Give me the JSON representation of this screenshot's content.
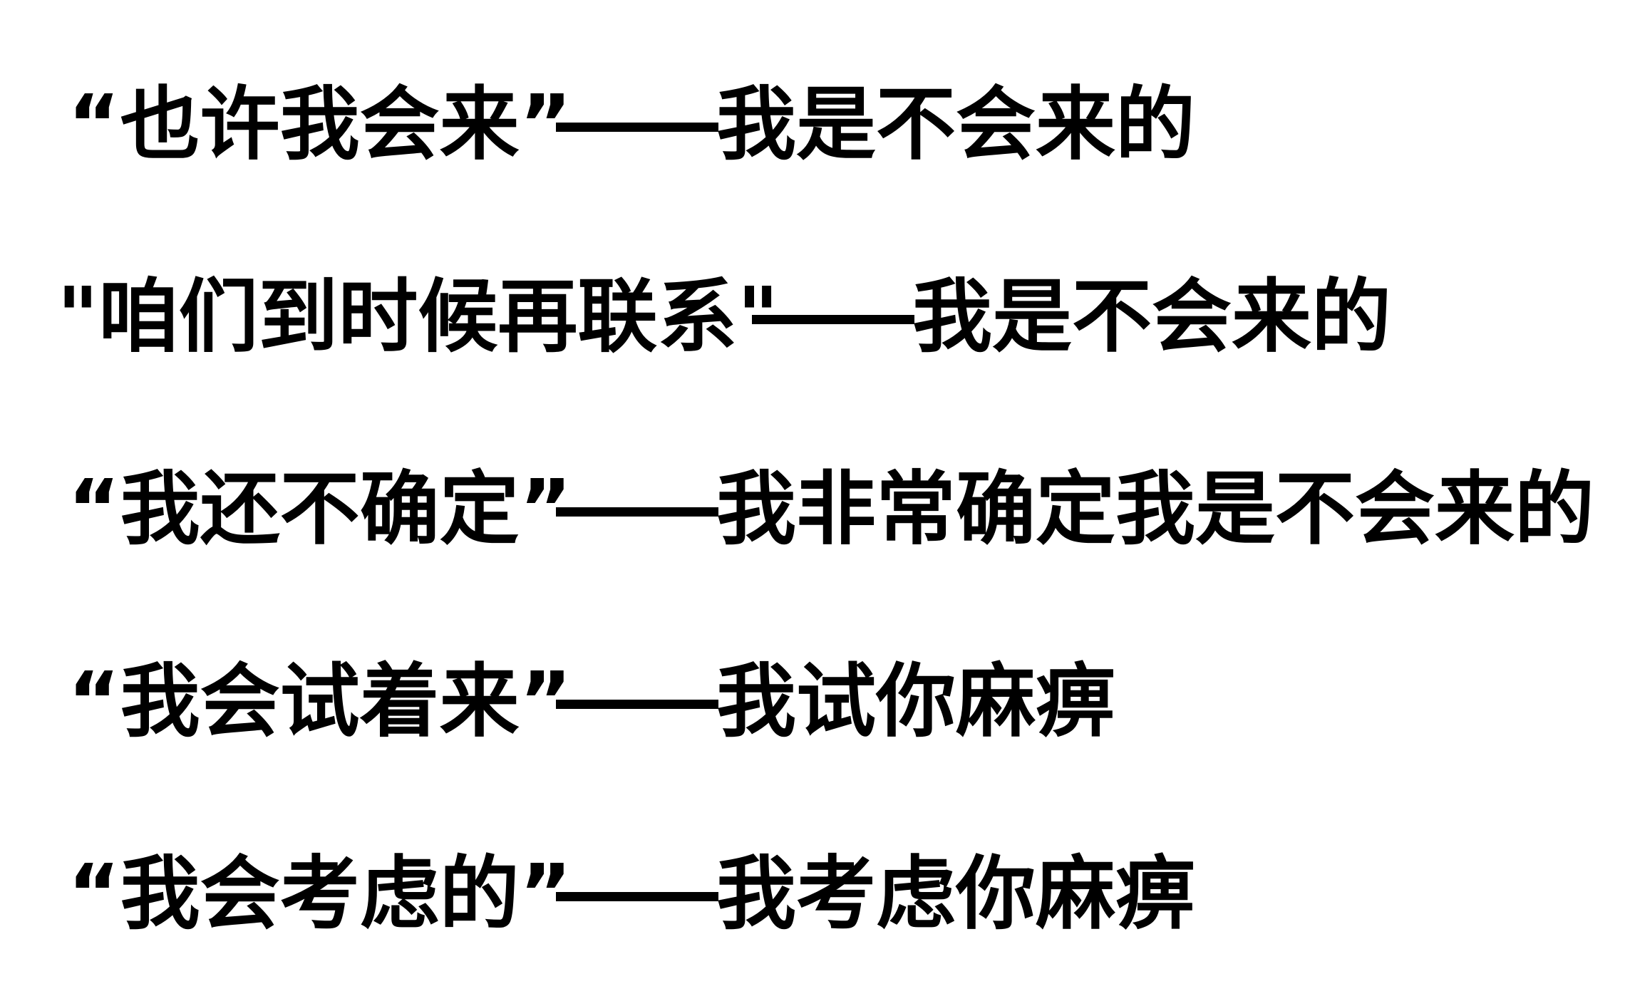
{
  "lines": [
    {
      "quote": "“也许我会来”",
      "answer": "我是不会来的"
    },
    {
      "quote": "\"咱们到时候再联系\"",
      "answer": "我是不会来的"
    },
    {
      "quote": "“我还不确定”",
      "answer": "我非常确定我是不会来的"
    },
    {
      "quote": "“我会试着来”",
      "answer": "我试你麻痹"
    },
    {
      "quote": "“我会考虑的”",
      "answer": "我考虑你麻痹"
    }
  ],
  "colors": {
    "text": "#000000",
    "background": "#ffffff"
  }
}
